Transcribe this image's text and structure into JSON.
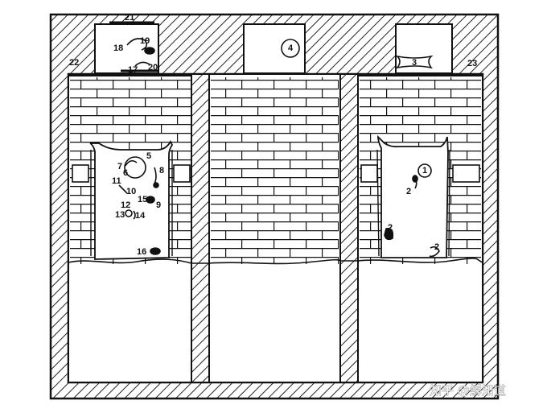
{
  "diagram": {
    "colors": {
      "ink": "#111111",
      "paper": "#ffffff",
      "hatch": "#222222"
    },
    "labels": {
      "n1": "1",
      "n2a": "2",
      "n2b": "2",
      "n2c": "2",
      "n3": "3",
      "n4": "4",
      "n5": "5",
      "n6": "6",
      "n7": "7",
      "n8": "8",
      "n9": "9",
      "n10": "10",
      "n11": "11",
      "n12": "12",
      "n13": "13",
      "n14": "14",
      "n15": "15",
      "n16": "16",
      "n17": "17",
      "n18": "18",
      "n19": "19",
      "n20": "20",
      "n21": "21",
      "n22": "22",
      "n23": "23"
    }
  },
  "watermark": {
    "text": "知乎 @解知道"
  }
}
